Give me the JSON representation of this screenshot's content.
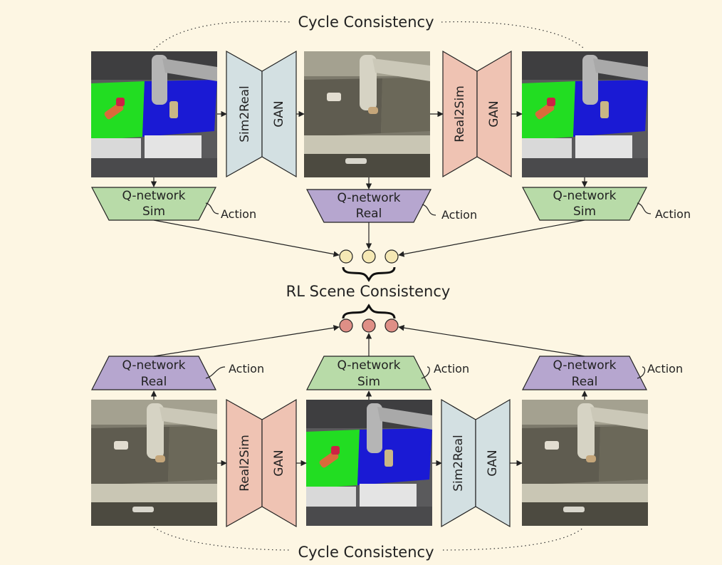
{
  "colors": {
    "background": "#fdf6e3",
    "gan_blue": "#d3e0e2",
    "gan_pink": "#efc3b3",
    "qnet_sim_green": "#b8dba8",
    "qnet_real_purple": "#b6a6cf",
    "node_sim": "#f5e8b4",
    "node_real": "#df8f86"
  },
  "cycle_top": "Cycle Consistency",
  "cycle_bottom": "Cycle Consistency",
  "rl_label": "RL Scene Consistency",
  "top_row": {
    "gen1": {
      "name": "Sim2Real",
      "gan": "GAN"
    },
    "gen2": {
      "name": "Real2Sim",
      "gan": "GAN"
    },
    "q_left": {
      "line1": "Q-network",
      "line2": "Sim",
      "action": "Action"
    },
    "q_mid": {
      "line1": "Q-network",
      "line2": "Real",
      "action": "Action"
    },
    "q_right": {
      "line1": "Q-network",
      "line2": "Sim",
      "action": "Action"
    }
  },
  "bottom_row": {
    "gen1": {
      "name": "Real2Sim",
      "gan": "GAN"
    },
    "gen2": {
      "name": "Sim2Real",
      "gan": "GAN"
    },
    "q_left": {
      "line1": "Q-network",
      "line2": "Real",
      "action": "Action"
    },
    "q_mid": {
      "line1": "Q-network",
      "line2": "Sim",
      "action": "Action"
    },
    "q_right": {
      "line1": "Q-network",
      "line2": "Real",
      "action": "Action"
    }
  }
}
